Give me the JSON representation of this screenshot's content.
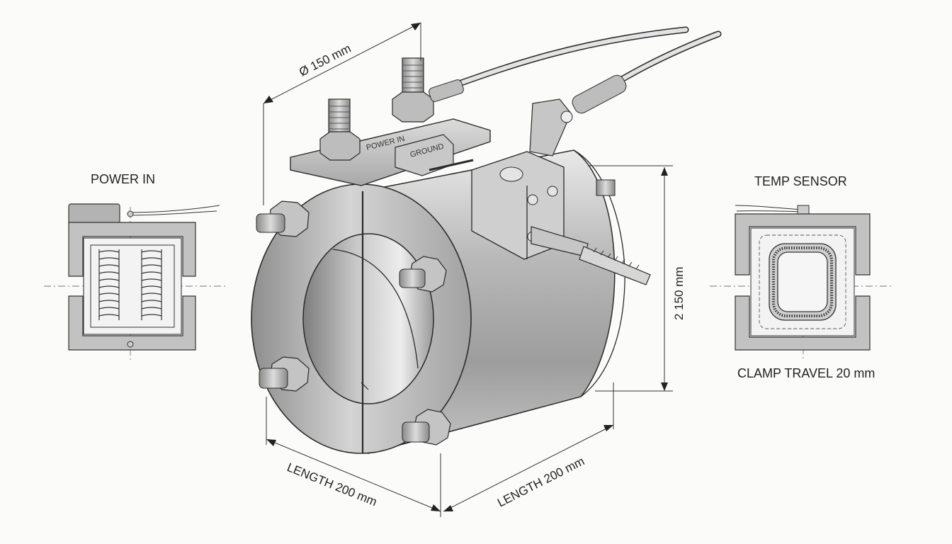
{
  "callouts": {
    "power_in": "POWER IN",
    "temp_sensor": "TEMP SENSOR",
    "clamp_travel": "CLAMP TRAVEL 20 mm"
  },
  "plate_labels": {
    "power_in": "POWER IN",
    "ground": "GROUND"
  },
  "dimensions": {
    "diameter": "Ø 150 mm",
    "height": "2 150 mm",
    "length_left": "LENGTH 200 mm",
    "length_right": "LENGTH 200 mm"
  }
}
